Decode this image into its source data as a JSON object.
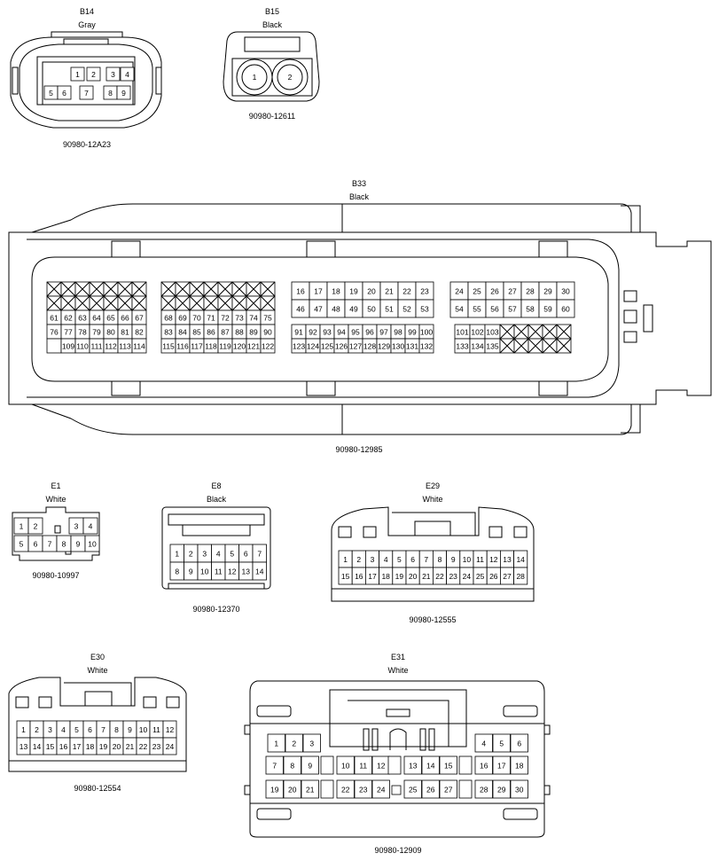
{
  "connectors": {
    "B14": {
      "code": "B14",
      "color": "Gray",
      "part": "90980-12A23",
      "pins": [
        "1",
        "2",
        "3",
        "4",
        "5",
        "6",
        "7",
        "8",
        "9"
      ]
    },
    "B15": {
      "code": "B15",
      "color": "Black",
      "part": "90980-12611",
      "pins": [
        "1",
        "2"
      ]
    },
    "B33": {
      "code": "B33",
      "color": "Black",
      "part": "90980-12985",
      "blockA": {
        "row1": [
          "61",
          "62",
          "63",
          "64",
          "65",
          "66",
          "67"
        ],
        "row2": [
          "76",
          "77",
          "78",
          "79",
          "80",
          "81",
          "82"
        ],
        "row3": [
          "109",
          "110",
          "111",
          "112",
          "113",
          "114"
        ]
      },
      "blockB": {
        "row1": [
          "68",
          "69",
          "70",
          "71",
          "72",
          "73",
          "74",
          "75"
        ],
        "row2": [
          "83",
          "84",
          "85",
          "86",
          "87",
          "88",
          "89",
          "90"
        ],
        "row3": [
          "115",
          "116",
          "117",
          "118",
          "119",
          "120",
          "121",
          "122"
        ]
      },
      "blockC": {
        "row0": [
          "16",
          "17",
          "18",
          "19",
          "20",
          "21",
          "22",
          "23"
        ],
        "row1": [
          "46",
          "47",
          "48",
          "49",
          "50",
          "51",
          "52",
          "53"
        ],
        "row2": [
          "91",
          "92",
          "93",
          "94",
          "95",
          "96",
          "97",
          "98",
          "99",
          "100"
        ],
        "row3": [
          "123",
          "124",
          "125",
          "126",
          "127",
          "128",
          "129",
          "130",
          "131",
          "132"
        ]
      },
      "blockD": {
        "row0": [
          "24",
          "25",
          "26",
          "27",
          "28",
          "29",
          "30"
        ],
        "row1": [
          "54",
          "55",
          "56",
          "57",
          "58",
          "59",
          "60"
        ],
        "row2": [
          "101",
          "102",
          "103"
        ],
        "row3": [
          "133",
          "134",
          "135"
        ]
      }
    },
    "E1": {
      "code": "E1",
      "color": "White",
      "part": "90980-10997",
      "row1": [
        "1",
        "2",
        "3",
        "4"
      ],
      "row2": [
        "5",
        "6",
        "7",
        "8",
        "9",
        "10"
      ]
    },
    "E8": {
      "code": "E8",
      "color": "Black",
      "part": "90980-12370",
      "row1": [
        "1",
        "2",
        "3",
        "4",
        "5",
        "6",
        "7"
      ],
      "row2": [
        "8",
        "9",
        "10",
        "11",
        "12",
        "13",
        "14"
      ]
    },
    "E29": {
      "code": "E29",
      "color": "White",
      "part": "90980-12555",
      "row1": [
        "1",
        "2",
        "3",
        "4",
        "5",
        "6",
        "7",
        "8",
        "9",
        "10",
        "11",
        "12",
        "13",
        "14"
      ],
      "row2": [
        "15",
        "16",
        "17",
        "18",
        "19",
        "20",
        "21",
        "22",
        "23",
        "24",
        "25",
        "26",
        "27",
        "28"
      ]
    },
    "E30": {
      "code": "E30",
      "color": "White",
      "part": "90980-12554",
      "row1": [
        "1",
        "2",
        "3",
        "4",
        "5",
        "6",
        "7",
        "8",
        "9",
        "10",
        "11",
        "12"
      ],
      "row2": [
        "13",
        "14",
        "15",
        "16",
        "17",
        "18",
        "19",
        "20",
        "21",
        "22",
        "23",
        "24"
      ]
    },
    "E31": {
      "code": "E31",
      "color": "White",
      "part": "90980-12909",
      "row1": [
        "1",
        "2",
        "3",
        "4",
        "5",
        "6"
      ],
      "row2": [
        "7",
        "8",
        "9",
        "10",
        "11",
        "12",
        "13",
        "14",
        "15",
        "16",
        "17",
        "18"
      ],
      "row3": [
        "19",
        "20",
        "21",
        "22",
        "23",
        "24",
        "25",
        "26",
        "27",
        "28",
        "29",
        "30"
      ]
    }
  }
}
